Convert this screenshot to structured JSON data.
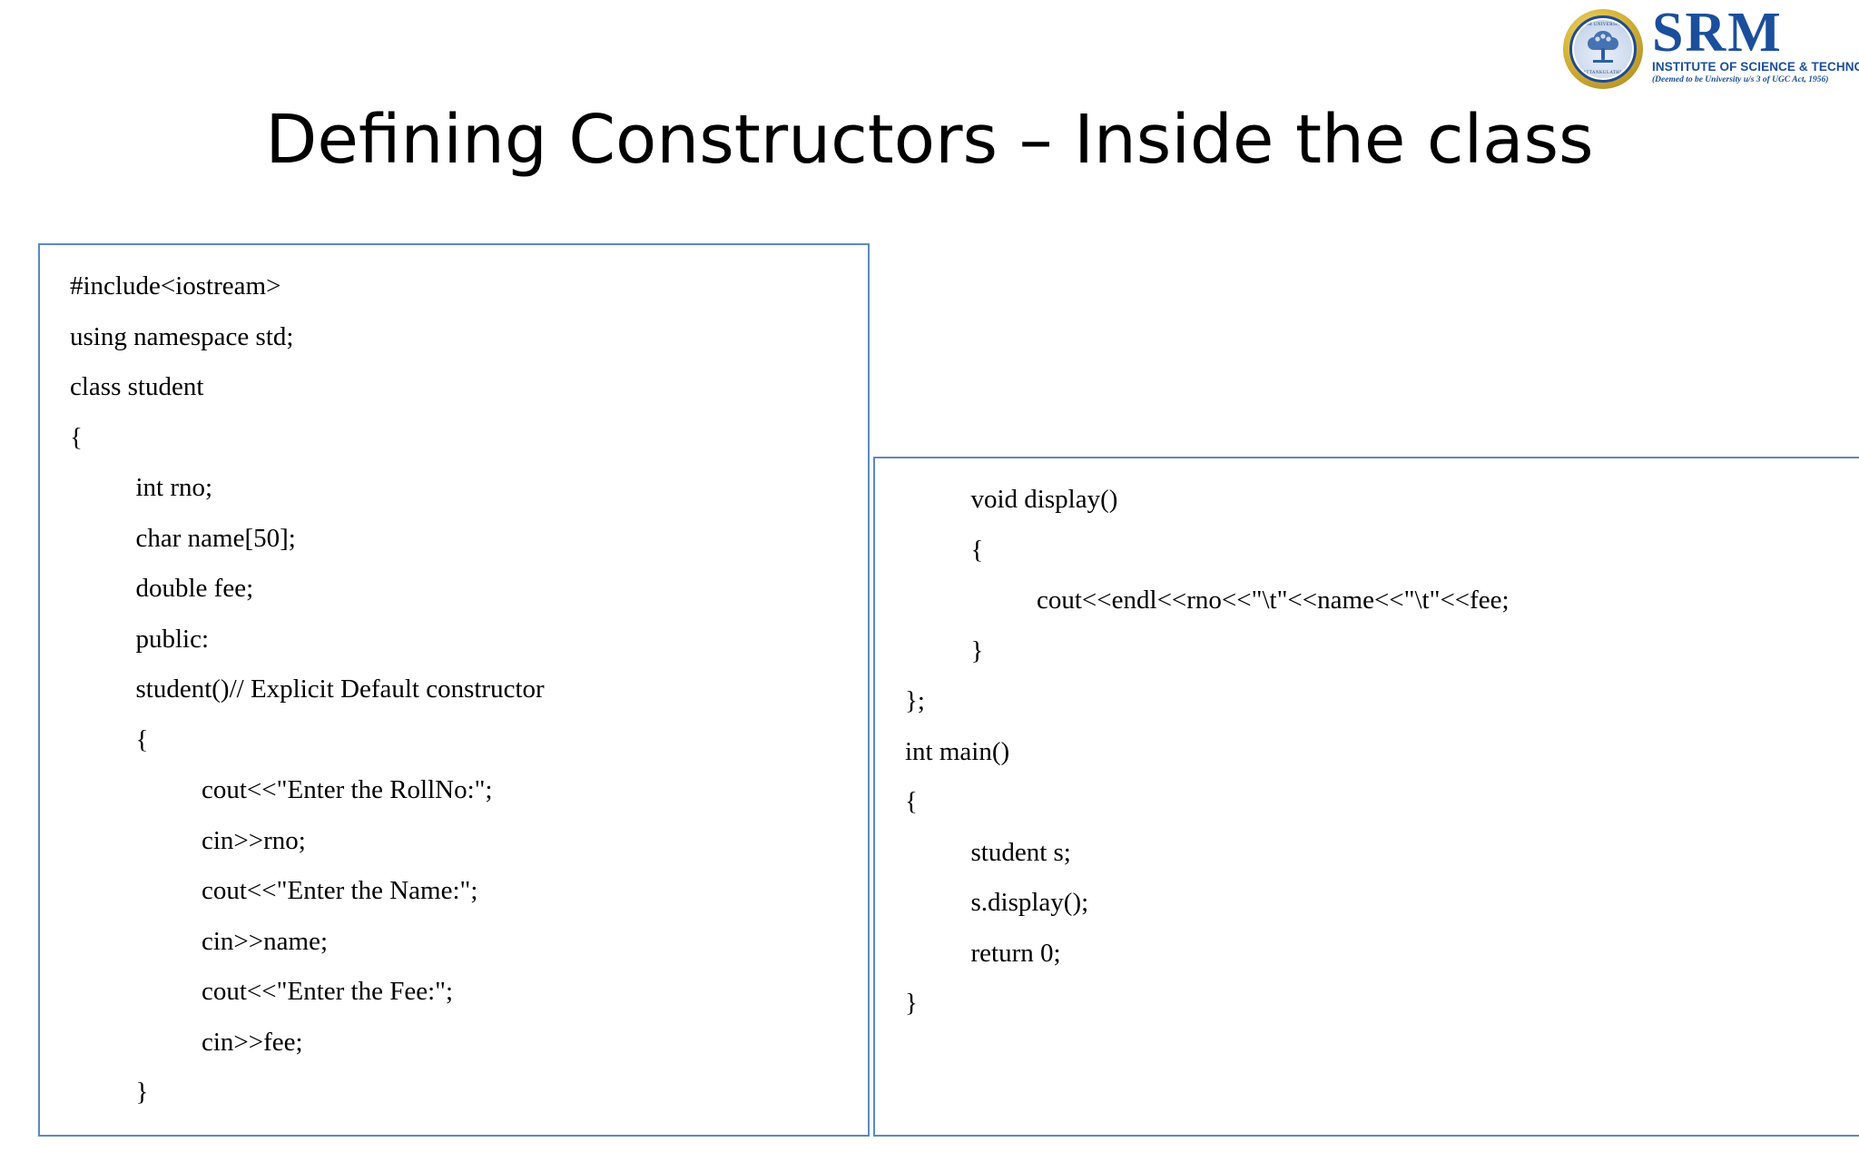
{
  "slide": {
    "title": "Defining Constructors – Inside the class"
  },
  "logo": {
    "name": "SRM",
    "subtitle": "INSTITUTE OF SCIENCE & TECHNOLOGY",
    "accreditation": "(Deemed to be University u/s 3 of UGC Act, 1956)",
    "seal_arc_top": "SRM UNIVERSITY",
    "seal_arc_bottom": "KATTANKULATHUR",
    "brand_color": "#1b4f9c",
    "ring_color": "#d7b63c"
  },
  "panels": {
    "border_color": "#5b8ac0",
    "left": {
      "lines": [
        "#include<iostream>",
        "using namespace std;",
        "class student",
        "{",
        "          int rno;",
        "          char name[50];",
        "          double fee;",
        "          public:",
        "          student()// Explicit Default constructor",
        "          {",
        "                    cout<<\"Enter the RollNo:\";",
        "                    cin>>rno;",
        "                    cout<<\"Enter the Name:\";",
        "                    cin>>name;",
        "                    cout<<\"Enter the Fee:\";",
        "                    cin>>fee;",
        "          }"
      ]
    },
    "right": {
      "lines": [
        "          void display()",
        "          {",
        "                    cout<<endl<<rno<<\"\\t\"<<name<<\"\\t\"<<fee;",
        "          }",
        "};",
        "int main()",
        "{",
        "          student s;",
        "          s.display();",
        "          return 0;",
        "}"
      ]
    }
  }
}
